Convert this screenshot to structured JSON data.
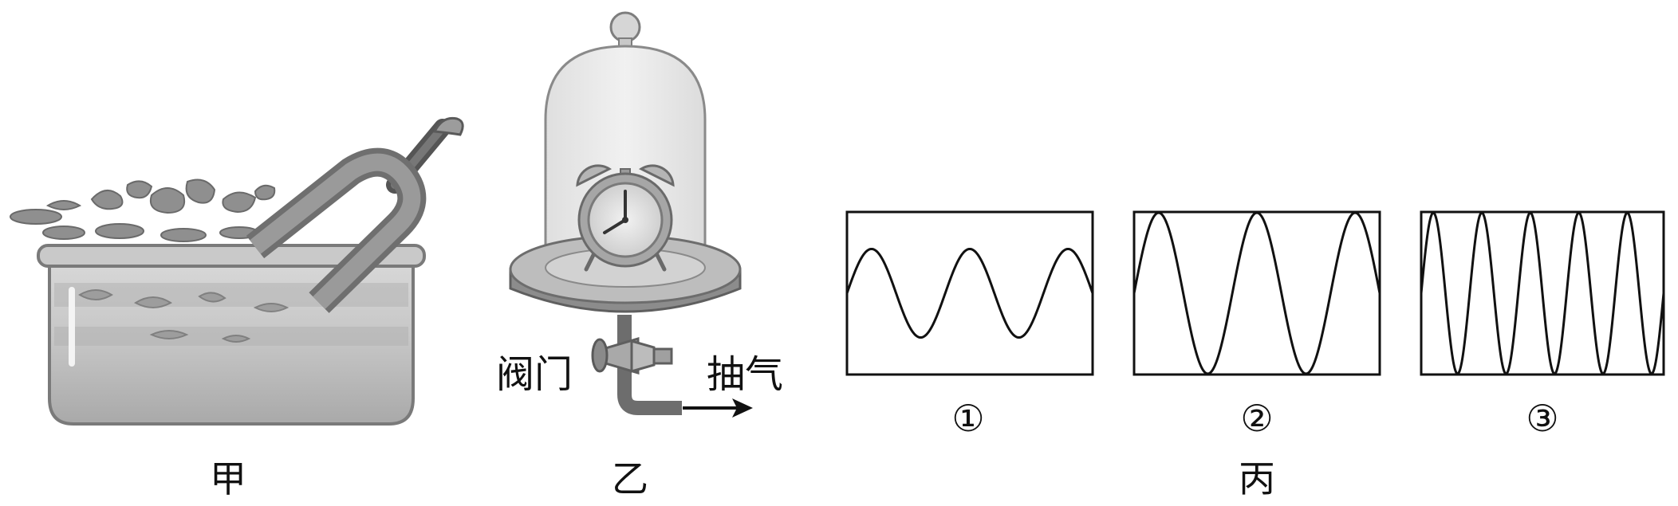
{
  "figure_a": {
    "caption": "甲"
  },
  "figure_b": {
    "caption": "乙",
    "valve_label": "阀门",
    "pump_label": "抽气"
  },
  "figure_c": {
    "caption": "丙",
    "waves": [
      {
        "label": "①",
        "cycles": 2.5,
        "amplitude": 0.55
      },
      {
        "label": "②",
        "cycles": 2.5,
        "amplitude": 1.0
      },
      {
        "label": "③",
        "cycles": 5.0,
        "amplitude": 1.0
      }
    ]
  }
}
